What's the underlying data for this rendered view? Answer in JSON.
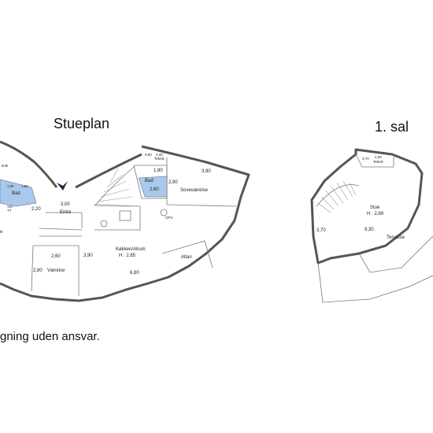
{
  "titles": {
    "ground_floor": "Stueplan",
    "first_floor": "1. sal"
  },
  "disclaimer": "gning uden ansvar.",
  "ground_floor": {
    "labels": {
      "teknik_left": "knik",
      "bath_left": "Bad",
      "bath_left_dim_a": "1,90",
      "bath_left_dim_b": "1,90",
      "vm_left": "VM",
      "vm_left_b": "TT",
      "dim_220": "2,20",
      "entre_dim": "3,00",
      "entre": "Entré",
      "left_edge": "e",
      "teknik_top_a": "0,50",
      "teknik_top_b": "2,00",
      "teknik_top": "Teknik",
      "bath_right": "Bad",
      "bath_right_dim_a": "1,80",
      "bath_right_dim_b": "2,60",
      "dim_290": "2,90",
      "dim_390_top": "3,90",
      "soveværelse": "Soveværelse",
      "opv": "OPV",
      "kitchen": "Køkken/Alrum",
      "kitchen_height": "H : 2,65",
      "dim_390_mid": "3,90",
      "dim_260": "2,60",
      "dim_280": "2,80",
      "vaerelse": "Værelse",
      "dim_680": "6,80",
      "altan": "Altan"
    }
  },
  "first_floor": {
    "labels": {
      "dim_070": "0,70",
      "dim_200": "2,00",
      "teknik": "Teknik",
      "stue": "Stue",
      "stue_height": "H : 2,69",
      "dim_370": "3,70",
      "dim_930": "9,30",
      "terrasse": "Terrasse"
    }
  },
  "colors": {
    "bath_fill": "#a9c9ec",
    "wall": "#555555",
    "entry_arrow": "#1c2a44"
  }
}
